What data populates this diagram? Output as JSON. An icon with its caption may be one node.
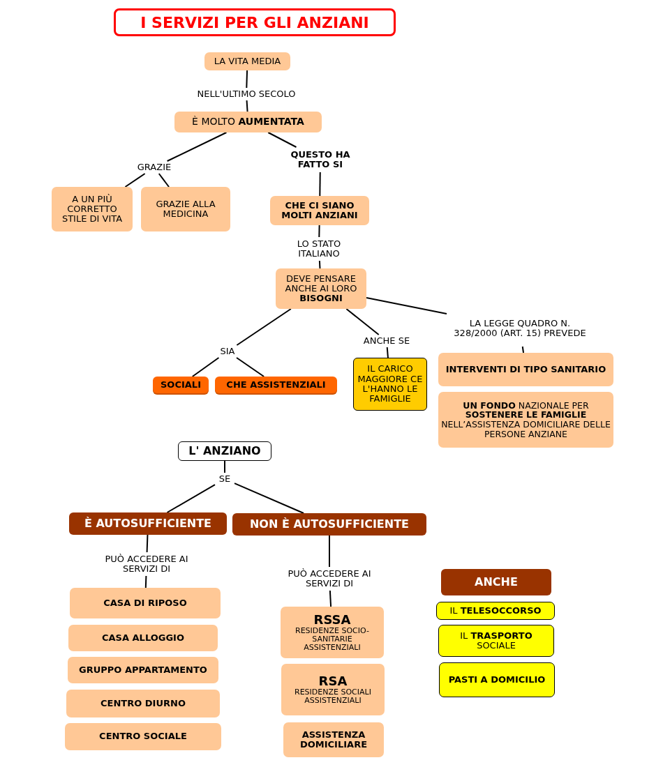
{
  "diagram": {
    "title": "I SERVIZI PER GLI ANZIANI",
    "nodes": [
      {
        "text": [
          "LA VITA MEDIA"
        ]
      },
      {
        "text": [
          "NELL'ULTIMO SECOLO"
        ]
      },
      {
        "text": [
          "È MOLTO **AUMENTATA**"
        ]
      },
      {
        "text": [
          "GRAZIE"
        ]
      },
      {
        "text": [
          "QUESTO HA FATTO SI"
        ]
      },
      {
        "text": [
          "A UN PIÙ CORRETTO STILE DI VITA"
        ]
      },
      {
        "text": [
          "GRAZIE ALLA MEDICINA"
        ]
      },
      {
        "text": [
          "CHE CI SIANO MOLTI ANZIANI"
        ]
      },
      {
        "text": [
          "LO STATO ITALIANO"
        ]
      },
      {
        "text": [
          "DEVE PENSARE ANCHE AI LORO **BISOGNI**"
        ]
      },
      {
        "text": [
          "SIA"
        ]
      },
      {
        "text": [
          "ANCHE SE"
        ]
      },
      {
        "text": [
          "LA LEGGE QUADRO N. 328/2000 (ART. 15) PREVEDE"
        ]
      },
      {
        "text": [
          "SOCIALI"
        ]
      },
      {
        "text": [
          "CHE ASSISTENZIALI"
        ]
      },
      {
        "text": [
          "IL CARICO MAGGIORE CE L'HANNO LE FAMIGLIE"
        ]
      },
      {
        "text": [
          "INTERVENTI DI TIPO SANITARIO"
        ]
      },
      {
        "text": [
          "**UN FONDO** NAZIONALE PER **SOSTENERE LE FAMIGLIE** NELL’ASSISTENZA DOMICILIARE DELLE PERSONE ANZIANE"
        ]
      },
      {
        "text": [
          "L' ANZIANO"
        ]
      },
      {
        "text": [
          "SE"
        ]
      },
      {
        "text": [
          "È AUTOSUFFICIENTE"
        ]
      },
      {
        "text": [
          "NON È AUTOSUFFICIENTE"
        ]
      },
      {
        "text": [
          "PUÒ ACCEDERE AI SERVIZI DI"
        ]
      },
      {
        "text": [
          "PUÒ ACCEDERE AI SERVIZI DI"
        ]
      },
      {
        "text": [
          "CASA DI RIPOSO"
        ]
      },
      {
        "text": [
          "CASA ALLOGGIO"
        ]
      },
      {
        "text": [
          "GRUPPO APPARTAMENTO"
        ]
      },
      {
        "text": [
          "CENTRO DIURNO"
        ]
      },
      {
        "text": [
          "CENTRO SOCIALE"
        ]
      },
      {
        "text": [
          "RSSA",
          "RESIDENZE SOCIO-SANITARIE ASSISTENZIALI"
        ]
      },
      {
        "text": [
          "RSA",
          "RESIDENZE SOCIALI ASSISTENZIALI"
        ]
      },
      {
        "text": [
          "ASSISTENZA DOMICILIARE"
        ]
      },
      {
        "text": [
          "ANCHE"
        ]
      },
      {
        "text": [
          "IL **TELESOCCORSO**"
        ]
      },
      {
        "text": [
          "IL **TRASPORTO** SOCIALE"
        ]
      },
      {
        "text": [
          "PASTI A DOMICILIO"
        ]
      }
    ],
    "edges": [
      {
        "from": 0,
        "to": 1,
        "arrow": "none"
      },
      {
        "from": 1,
        "to": 2,
        "arrow": "none"
      },
      {
        "from": 2,
        "to": 3,
        "arrow": "none"
      },
      {
        "from": 2,
        "to": 4,
        "arrow": "none"
      },
      {
        "from": 3,
        "to": 5,
        "arrow": "none"
      },
      {
        "from": 3,
        "to": 6,
        "arrow": "none"
      },
      {
        "from": 4,
        "to": 7,
        "arrow": "none"
      },
      {
        "from": 7,
        "to": 8,
        "arrow": "none"
      },
      {
        "from": 8,
        "to": 9,
        "arrow": "none"
      },
      {
        "from": 9,
        "to": 10,
        "arrow": "none"
      },
      {
        "from": 9,
        "to": 11,
        "arrow": "none"
      },
      {
        "from": 9,
        "to": 12,
        "arrow": "none"
      },
      {
        "from": 10,
        "to": 13,
        "arrow": "none"
      },
      {
        "from": 10,
        "to": 14,
        "arrow": "none"
      },
      {
        "from": 11,
        "to": 15,
        "arrow": "none"
      },
      {
        "from": 12,
        "to": 16,
        "arrow": "none"
      },
      {
        "from": 18,
        "to": 19,
        "arrow": "none"
      },
      {
        "from": 19,
        "to": 20,
        "arrow": "none"
      },
      {
        "from": 19,
        "to": 21,
        "arrow": "none"
      },
      {
        "from": 20,
        "to": 22,
        "arrow": "none"
      },
      {
        "from": 22,
        "to": 24,
        "arrow": "none"
      },
      {
        "from": 21,
        "to": 23,
        "arrow": "none"
      },
      {
        "from": 23,
        "to": 29,
        "arrow": "none"
      }
    ]
  }
}
